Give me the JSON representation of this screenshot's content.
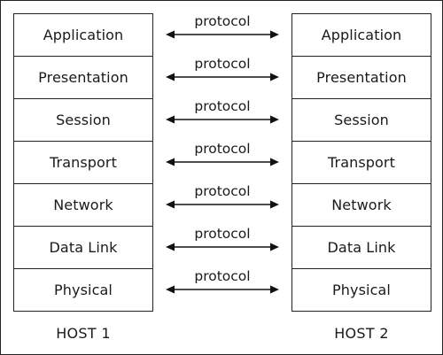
{
  "diagram": {
    "hosts": [
      {
        "label": "HOST 1",
        "layers": [
          "Application",
          "Presentation",
          "Session",
          "Transport",
          "Network",
          "Data Link",
          "Physical"
        ]
      },
      {
        "label": "HOST 2",
        "layers": [
          "Application",
          "Presentation",
          "Session",
          "Transport",
          "Network",
          "Data Link",
          "Physical"
        ]
      }
    ],
    "links": [
      {
        "label": "protocol"
      },
      {
        "label": "protocol"
      },
      {
        "label": "protocol"
      },
      {
        "label": "protocol"
      },
      {
        "label": "protocol"
      },
      {
        "label": "protocol"
      },
      {
        "label": "protocol"
      }
    ]
  }
}
